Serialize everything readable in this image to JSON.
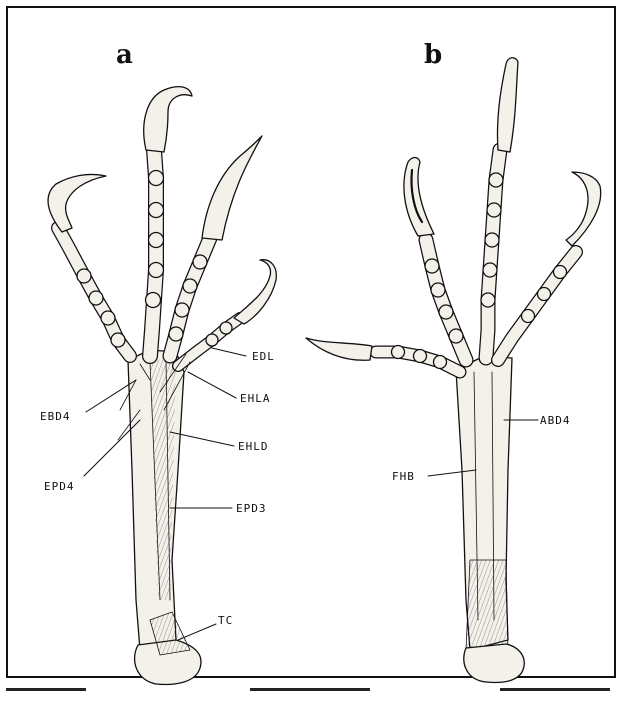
{
  "panels": [
    {
      "letter": "a"
    },
    {
      "letter": "b"
    }
  ],
  "labels": {
    "edl": "EDL",
    "ehla": "EHLA",
    "ebd4": "EBD4",
    "ehld": "EHLD",
    "epd4": "EPD4",
    "epd3": "EPD3",
    "tc": "TC",
    "abd4": "ABD4",
    "fhb": "FHB"
  },
  "colors": {
    "ink": "#111111",
    "paper": "#ffffff",
    "bone": "#f4f1ea"
  }
}
